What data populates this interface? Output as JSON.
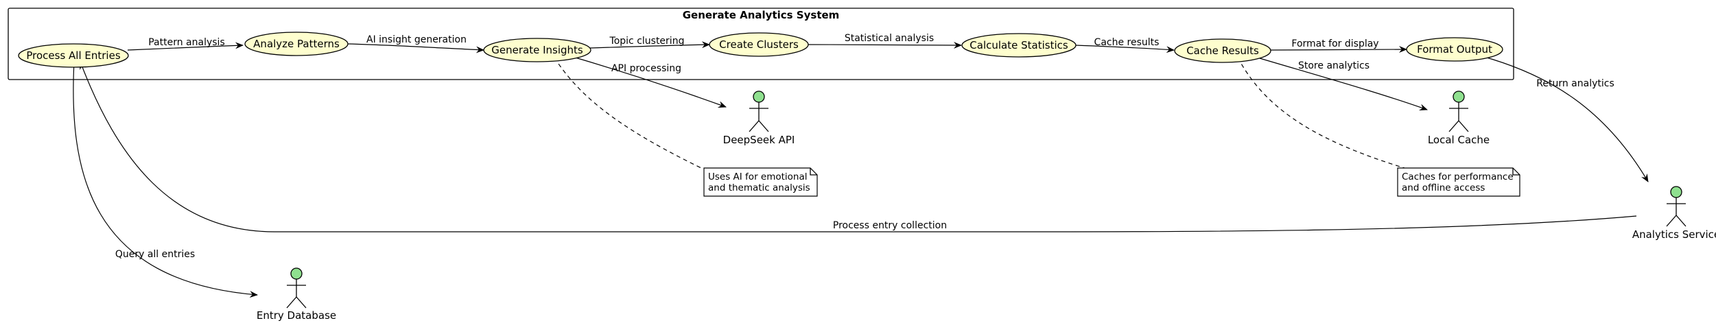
{
  "system": {
    "title": "Generate Analytics System"
  },
  "use_cases": {
    "process": "Process All Entries",
    "analyze": "Analyze Patterns",
    "insights": "Generate Insights",
    "clusters": "Create Clusters",
    "statistics": "Calculate Statistics",
    "cache": "Cache Results",
    "format": "Format Output"
  },
  "actors": {
    "deepseek": "DeepSeek API",
    "localcache": "Local Cache",
    "analytics": "Analytics Service",
    "database": "Entry Database"
  },
  "edges": {
    "pattern_analysis": "Pattern analysis",
    "ai_insight": "AI insight generation",
    "topic_clustering": "Topic clustering",
    "statistical_analysis": "Statistical analysis",
    "cache_results": "Cache results",
    "format_display": "Format for display",
    "api_processing": "API processing",
    "store_analytics": "Store analytics",
    "return_analytics": "Return analytics",
    "process_collection": "Process entry collection",
    "query_entries": "Query all entries"
  },
  "notes": {
    "ai_note_line1": "Uses AI for emotional",
    "ai_note_line2": "and thematic analysis",
    "cache_note_line1": "Caches for performance",
    "cache_note_line2": "and offline access"
  },
  "colors": {
    "use_case_fill": "#fefece",
    "actor_head": "#8fe08f"
  }
}
